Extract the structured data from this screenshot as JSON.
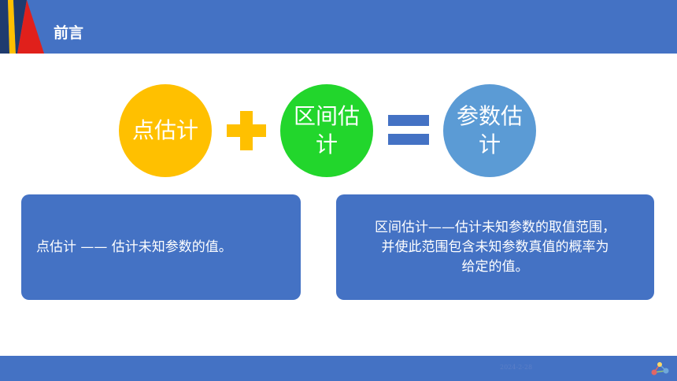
{
  "header": {
    "title": "前言"
  },
  "equation": {
    "circles": [
      {
        "label": "点估计",
        "color": "#ffc000"
      },
      {
        "label": "区间估计",
        "color": "#22d62c"
      },
      {
        "label": "参数估计",
        "color": "#5b9bd5"
      }
    ],
    "plus_color": "#ffc000",
    "equals_color": "#4472c4"
  },
  "cards": [
    {
      "text": "点估计 —— 估计未知参数的值。",
      "color": "#4472c4"
    },
    {
      "text": "区间估计——估计未知参数的取值范围，\n并使此范围包含未知参数真值的概率为\n给定的值。",
      "color": "#4472c4"
    }
  ],
  "footer": {
    "date": "2024-2-28"
  },
  "colors": {
    "header_bg": "#4472c4",
    "logo_navy": "#1f3b6e",
    "logo_yellow": "#ffc000",
    "logo_red": "#e0201b"
  }
}
